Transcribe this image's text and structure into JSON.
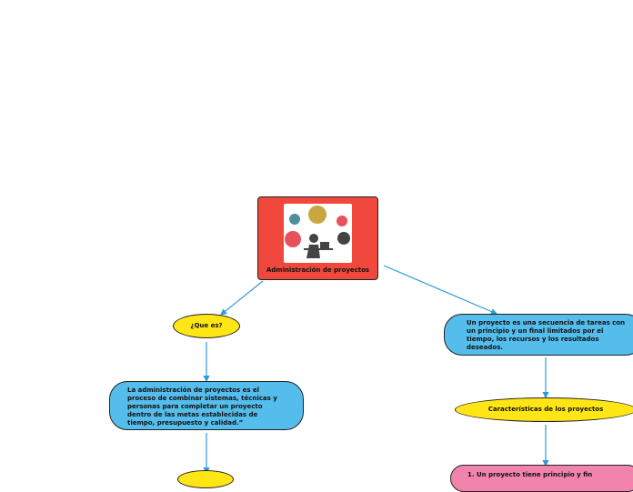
{
  "central": {
    "title": "Administración de proyectos",
    "color": "#f0483c"
  },
  "nodes": {
    "que_es": "¿Que es?",
    "definicion": "La administración de proyectos es el proceso de combinar sistemas, técnicas y personas para completar un proyecto dentro de las metas establecidas de tiempo, presupuesto y calidad.”",
    "proyecto": "Un proyecto es una secuencia de tareas con un principio y un final limitados por el tiempo, los recursos y los resultados deseados.",
    "caracteristicas": "Características de los proyectos",
    "caracteristica_1": "1. Un proyecto tiene principio y fin"
  },
  "colors": {
    "yellow": "#ffe614",
    "blue": "#55bdeb",
    "pink": "#f283ad",
    "connector": "#2f9ad9"
  }
}
